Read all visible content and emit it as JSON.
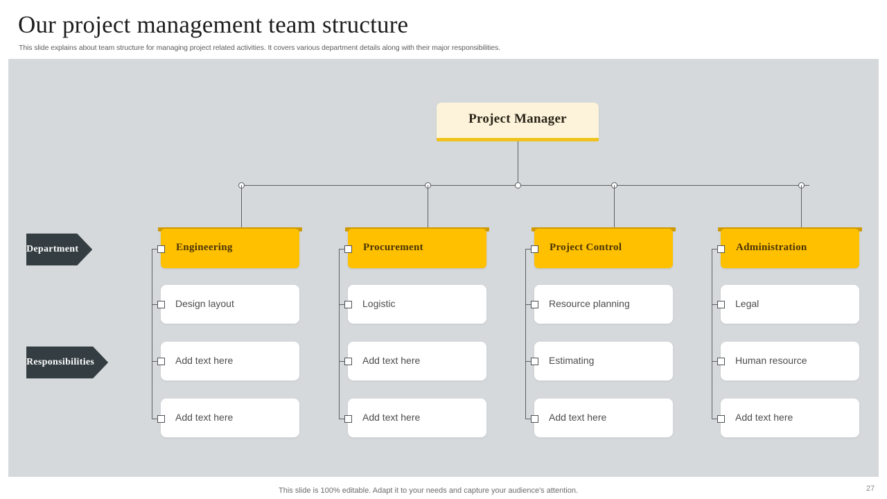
{
  "slide": {
    "title": "Our project management team structure",
    "subtitle": "This slide explains about team structure for managing project related activities. It covers various department details along with their major responsibilities.",
    "footer_note": "This slide is 100% editable. Adapt it to your needs and capture your audience's attention.",
    "page_number": "27"
  },
  "colors": {
    "stage_background": "#d5d9dc",
    "root_fill": "#fcf3da",
    "root_bar": "#f0c21c",
    "department_fill": "#ffc000",
    "department_bar": "#ce9a05",
    "tag_fill": "#333d42",
    "connector": "#5b5f63",
    "card_fill": "#ffffff"
  },
  "root": {
    "label": "Project Manager"
  },
  "side_tags": [
    {
      "label": "Department"
    },
    {
      "label": "Responsibilities"
    }
  ],
  "columns": [
    {
      "department": "Engineering",
      "responsibilities": [
        "Design layout",
        "Add text here",
        "Add text here"
      ]
    },
    {
      "department": "Procurement",
      "responsibilities": [
        "Logistic",
        "Add text here",
        "Add text here"
      ]
    },
    {
      "department": "Project Control",
      "responsibilities": [
        "Resource planning",
        "Estimating",
        "Add text here"
      ]
    },
    {
      "department": "Administration",
      "responsibilities": [
        "Legal",
        "Human resource",
        "Add text here"
      ]
    }
  ]
}
